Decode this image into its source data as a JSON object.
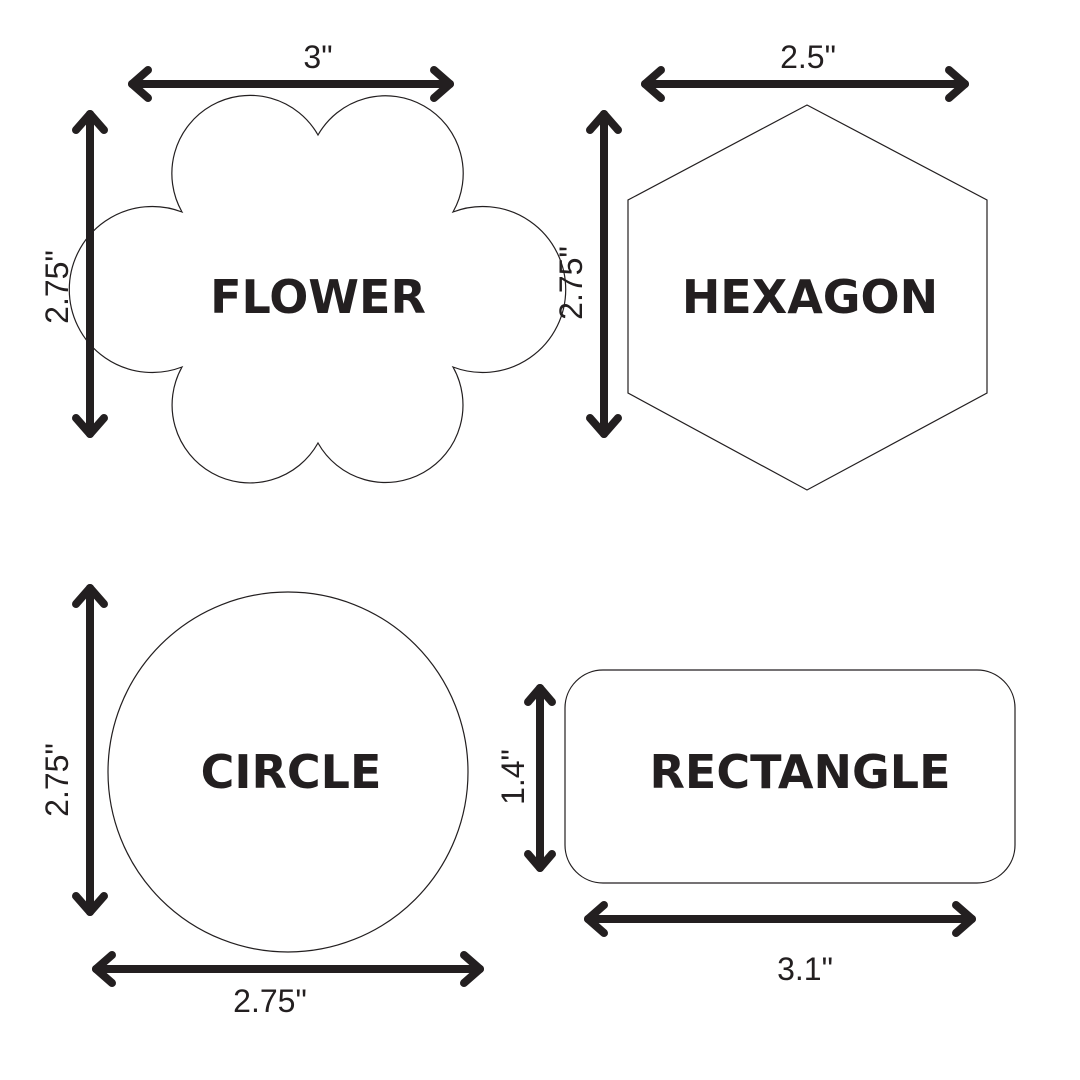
{
  "shapes": {
    "flower": {
      "label": "FLOWER",
      "width": "3\"",
      "height": "2.75\""
    },
    "hexagon": {
      "label": "HEXAGON",
      "width": "2.5\"",
      "height": "2.75\""
    },
    "circle": {
      "label": "CIRCLE",
      "width": "2.75\"",
      "height": "2.75\""
    },
    "rectangle": {
      "label": "RECTANGLE",
      "width": "3.1\"",
      "height": "1.4\""
    }
  },
  "colors": {
    "ink": "#231f20",
    "fill": "#ffffff"
  }
}
